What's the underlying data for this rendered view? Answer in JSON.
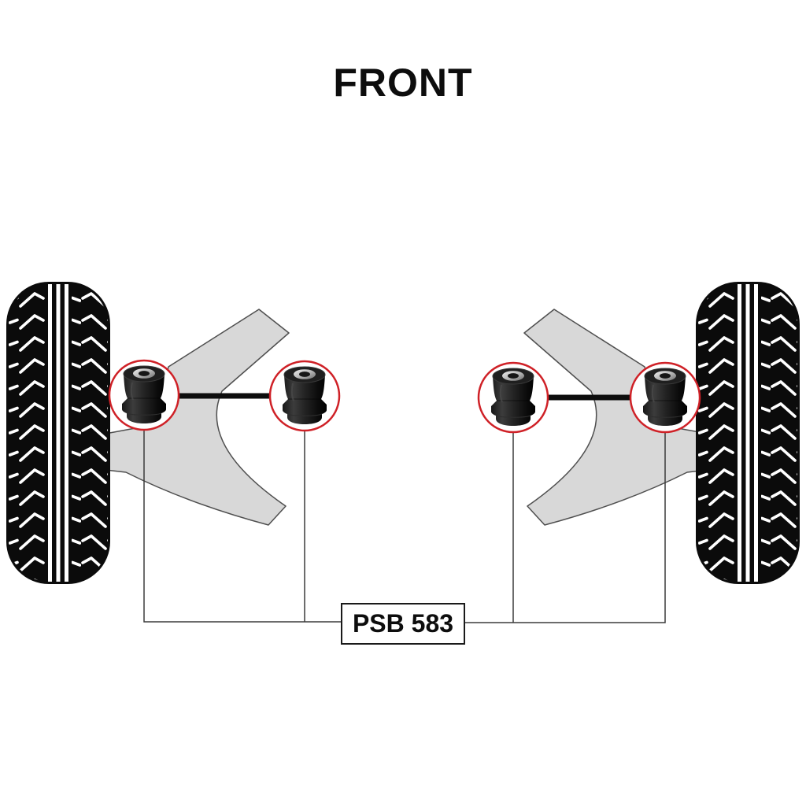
{
  "page": {
    "title": "FRONT",
    "background": "#ffffff"
  },
  "part_label": {
    "text": "PSB 583"
  },
  "diagram": {
    "accent_red": "#cf2127",
    "arm_gray": "#d8d8d8",
    "tire_black": "#0b0b0b",
    "components": [
      "left-tire",
      "right-tire",
      "left-control-arm",
      "right-control-arm"
    ],
    "bushing_callout_count": 4
  }
}
